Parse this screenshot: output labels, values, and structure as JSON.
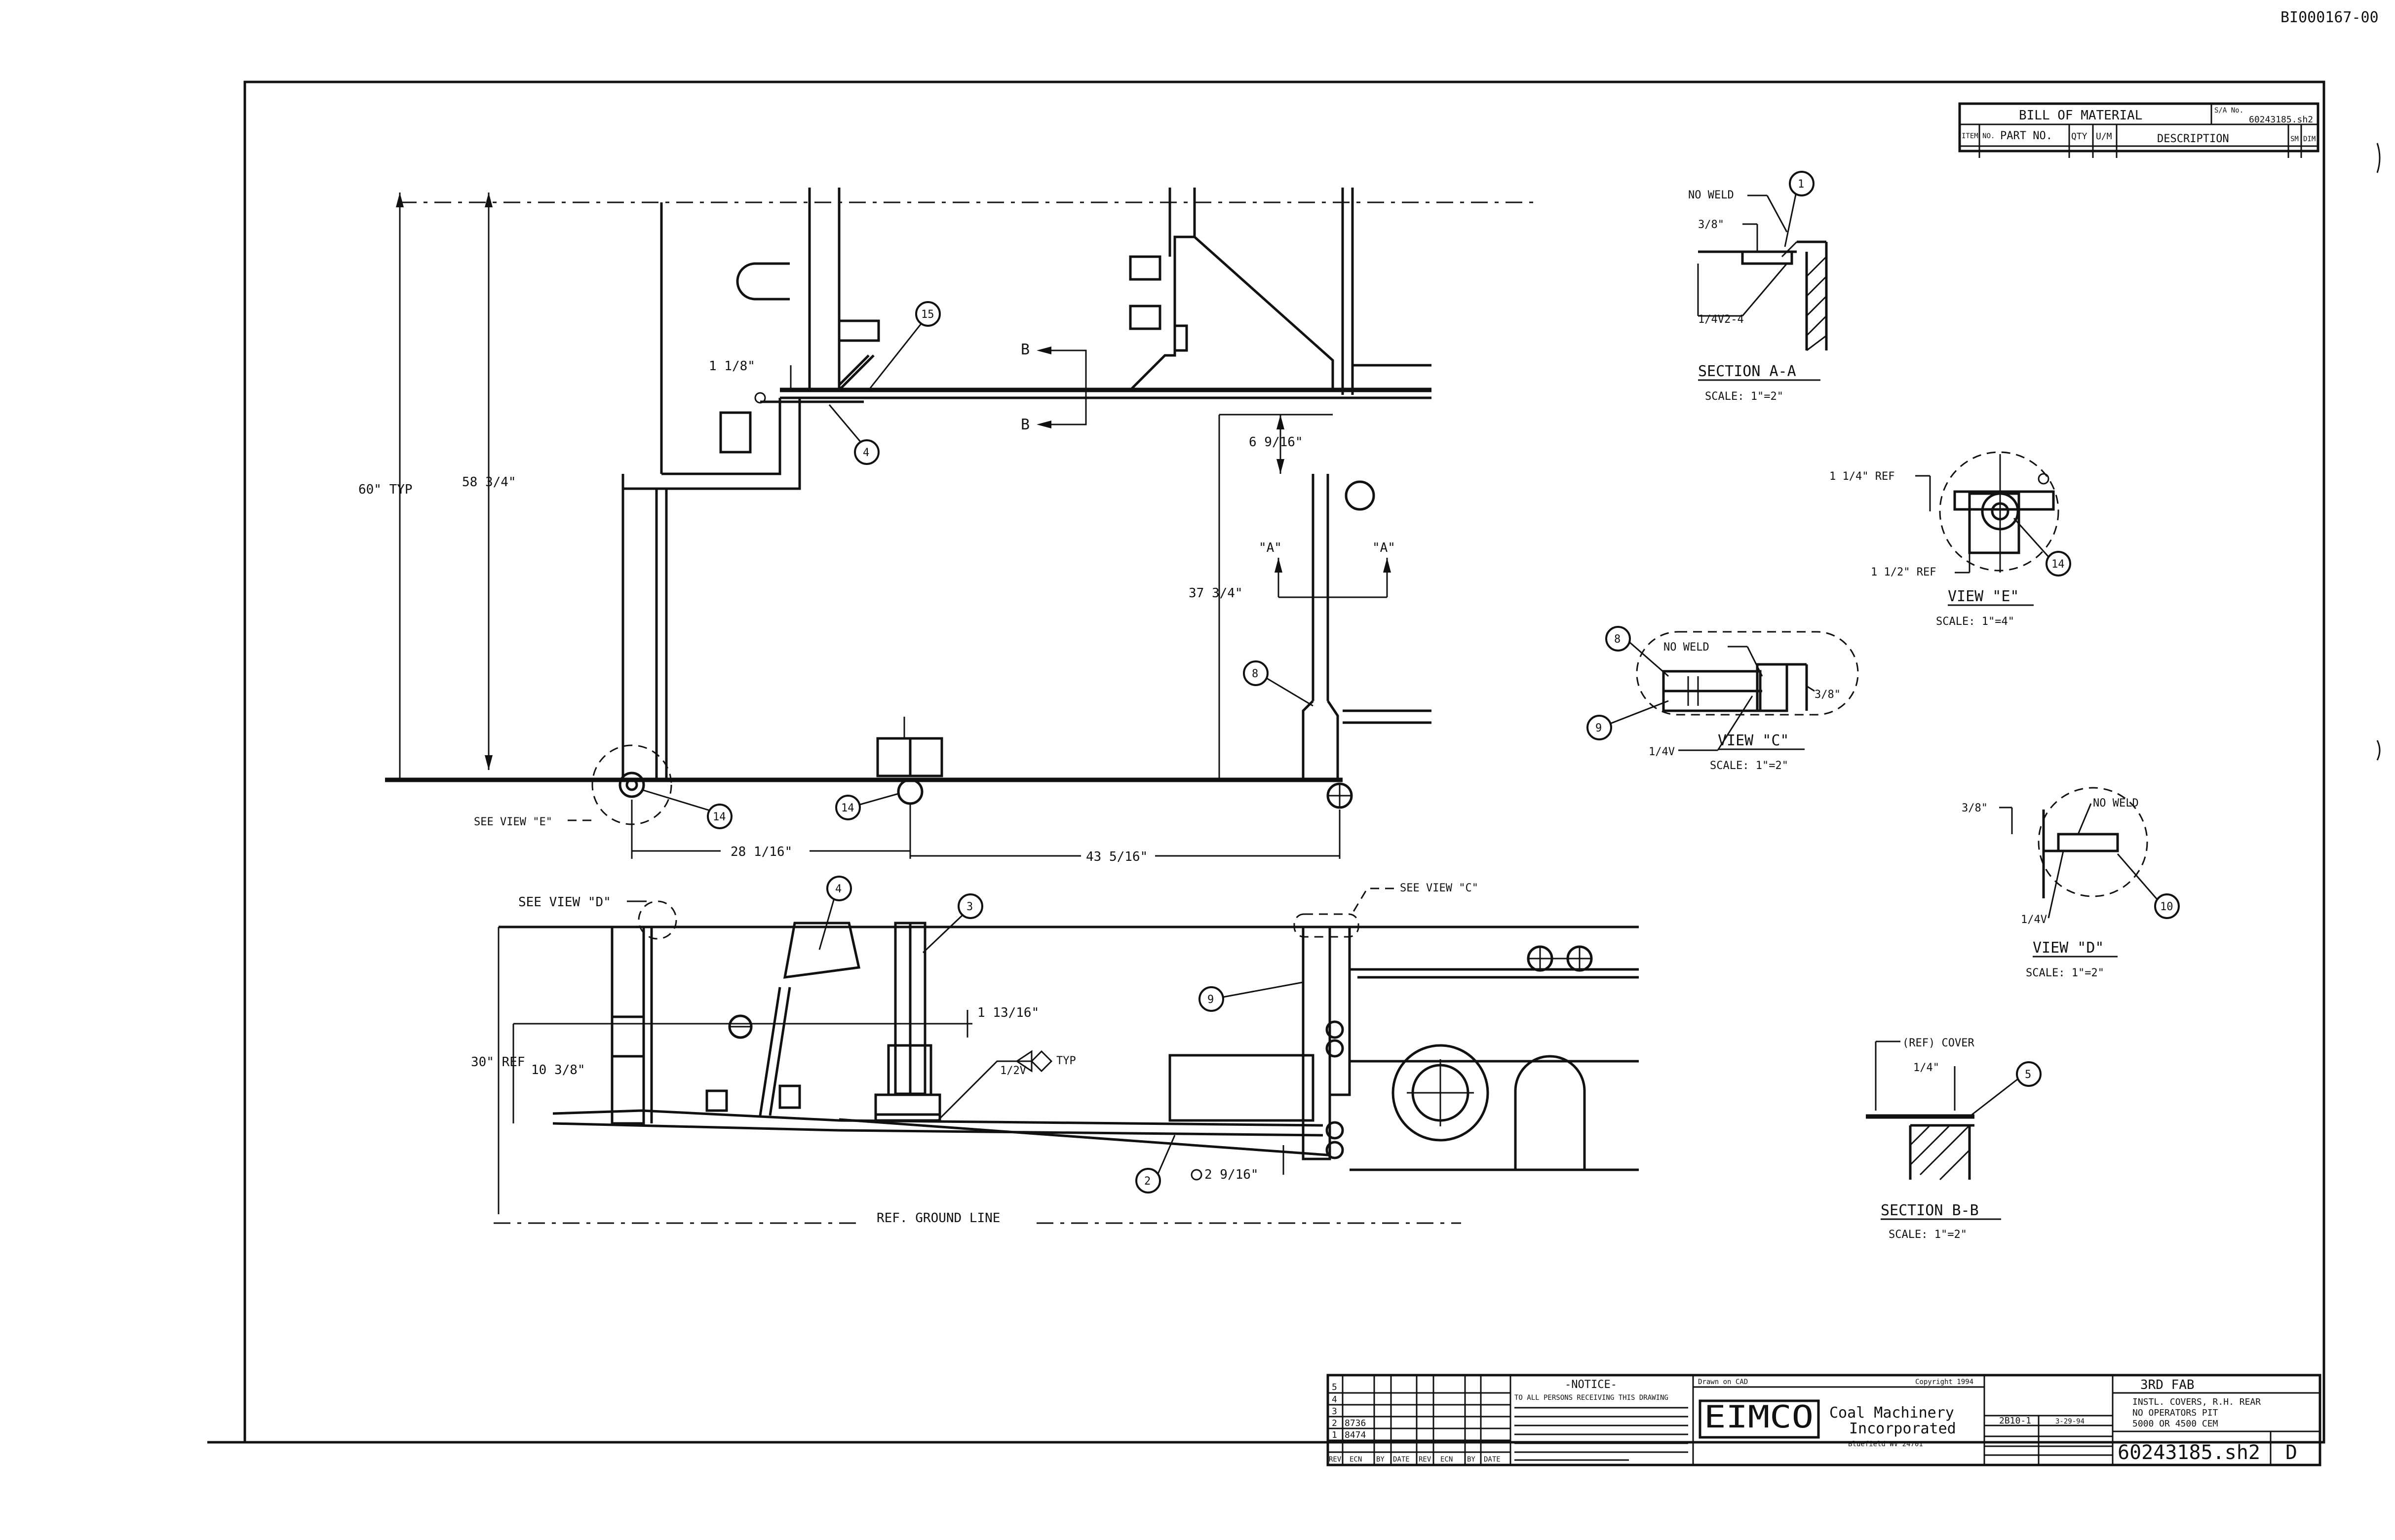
{
  "doc_id": "BI000167-00",
  "bom": {
    "title": "BILL OF MATERIAL",
    "ref": "60243185.sh2",
    "ref_label": "S/A No.",
    "headers": [
      "ITEM NO.",
      "PART NO.",
      "QTY",
      "U/M",
      "DESCRIPTION",
      "SM",
      "DIM"
    ]
  },
  "views": {
    "section_aa": {
      "title": "SECTION A-A",
      "scale": "SCALE: 1\"=2\"",
      "no_weld": "NO WELD",
      "dim": "3/8\"",
      "weld": "1/4V2-4",
      "balloon": "1"
    },
    "view_e": {
      "title": "VIEW \"E\"",
      "scale": "SCALE: 1\"=4\"",
      "ref1": "1 1/4\" REF",
      "ref2": "1 1/2\" REF",
      "balloon": "14"
    },
    "view_c": {
      "title": "VIEW \"C\"",
      "scale": "SCALE: 1\"=2\"",
      "no_weld": "NO WELD",
      "dim": "3/8\"",
      "weld": "1/4V",
      "balloon_a": "8",
      "balloon_b": "9"
    },
    "view_d": {
      "title": "VIEW \"D\"",
      "scale": "SCALE: 1\"=2\"",
      "no_weld": "NO WELD",
      "dim": "3/8\"",
      "weld": "1/4V",
      "balloon": "10"
    },
    "section_bb": {
      "title": "SECTION B-B",
      "scale": "SCALE: 1\"=2\"",
      "cover": "(REF) COVER",
      "dim": "1/4\"",
      "balloon": "5"
    }
  },
  "plan": {
    "dim_60": "60\" TYP",
    "dim_58": "58 3/4\"",
    "dim_118": "1 1/8\"",
    "dim_69": "6 9/16\"",
    "dim_37": "37 3/4\"",
    "dim_28": "28 1/16\"",
    "dim_43": "43 5/16\"",
    "see_view_e": "SEE VIEW \"E\"",
    "cut_b": "B",
    "cut_a": "\"A\"",
    "balloons": [
      "15",
      "4",
      "14",
      "14",
      "8"
    ]
  },
  "elevation": {
    "see_view_d": "SEE VIEW \"D\"",
    "see_view_c": "SEE VIEW \"C\"",
    "dim_30": "30\" REF",
    "dim_10": "10 3/8\"",
    "dim_113": "1 13/16\"",
    "weld_note": "1/2V",
    "typ": "TYP",
    "dim_29": "2 9/16\"",
    "ground": "REF. GROUND LINE",
    "balloons": [
      "4",
      "3",
      "9",
      "2"
    ]
  },
  "title_block": {
    "notice_title": "-NOTICE-",
    "notice_text": "TO ALL PERSONS RECEIVING THIS DRAWING",
    "revisions": [
      {
        "rev": "5",
        "ecn": "",
        "by": "",
        "date": ""
      },
      {
        "rev": "4",
        "ecn": "",
        "by": "",
        "date": ""
      },
      {
        "rev": "3",
        "ecn": "",
        "by": "",
        "date": ""
      },
      {
        "rev": "2",
        "ecn": "8736",
        "by": "",
        "date": ""
      },
      {
        "rev": "1",
        "ecn": "8474",
        "by": "",
        "date": ""
      }
    ],
    "rev_headers": [
      "REV",
      "ECN",
      "BY",
      "DATE",
      "REV",
      "ECN",
      "BY",
      "DATE"
    ],
    "drawn_on": "Drawn on CAD",
    "copyright": "Copyright 1994",
    "company_logo": "EIMCO",
    "company_name_1": "Coal Machinery",
    "company_name_2": "Incorporated",
    "company_addr": "Bluefield WV 24701",
    "date_1": "2B10-1",
    "date_2": "3-29-94",
    "rev_label": "3RD FAB",
    "title_lines": [
      "INSTL. COVERS, R.H. REAR",
      "NO OPERATORS PIT",
      "5000 OR 4500 CEM"
    ],
    "dwg_no": "60243185.sh2",
    "sheet_rev": "D"
  }
}
